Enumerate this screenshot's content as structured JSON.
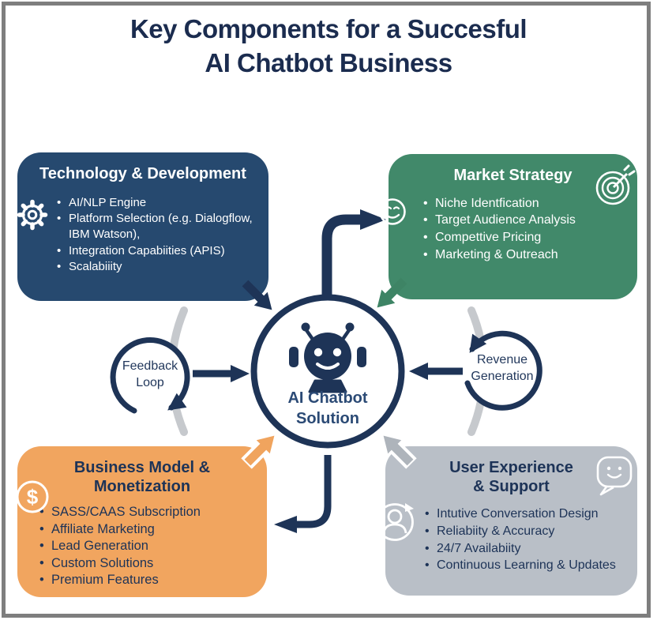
{
  "title": {
    "line1": "Key Components for a Succesful",
    "line2": "AI Chatbot Business"
  },
  "center": {
    "line1": "AI Chatbot",
    "line2": "Solution",
    "icon": "robot-icon"
  },
  "loops": {
    "feedback": {
      "line1": "Feedback",
      "line2": "Loop"
    },
    "revenue": {
      "line1": "Revenue",
      "line2": "Generation"
    }
  },
  "boxes": {
    "tech": {
      "title": "Technology & Development",
      "icon": "gear-icon",
      "color": "#26496F",
      "bullets": [
        "AI/NLP Engine",
        "Platform Selection (e.g. Dialogflow,\nIBM Watson),",
        "Integration Capabiities (APIS)",
        "Scalabiiity"
      ]
    },
    "market": {
      "title": "Market Strategy",
      "icons": [
        "smiley-icon",
        "target-dart-icon"
      ],
      "color": "#41896A",
      "bullets": [
        "Niche Identfication",
        "Target Audience Analysis",
        "Compettive Pricing",
        "Marketing & Outreach"
      ]
    },
    "business": {
      "title_line1": "Business Model &",
      "title_line2": "Monetization",
      "icon": "dollar-circle-icon",
      "icon_glyph": "$",
      "color": "#F1A55F",
      "bullets": [
        "SASS/CAAS Subscription",
        "Affiliate Marketing",
        "Lead Generation",
        "Custom Solutions",
        "Premium Features"
      ]
    },
    "ux": {
      "title_line1": "User Experience",
      "title_line2": "& Support",
      "icons": [
        "user-refresh-icon",
        "chat-smiley-icon"
      ],
      "color": "#B9BFC7",
      "bullets": [
        "Intutive Conversation Design",
        "Reliabiity & Accuracy",
        "24/7 Availabiity",
        "Continuous Learning & Updates"
      ]
    }
  },
  "colors": {
    "navy": "#1E3457",
    "green": "#41896A",
    "orange": "#F1A55F",
    "gray_box": "#B9BFC7",
    "gray_arc": "#C6C9CD",
    "gray_arrow": "#AEB4BB",
    "frame": "#7E7E7E",
    "title_text": "#1B2C4F"
  }
}
